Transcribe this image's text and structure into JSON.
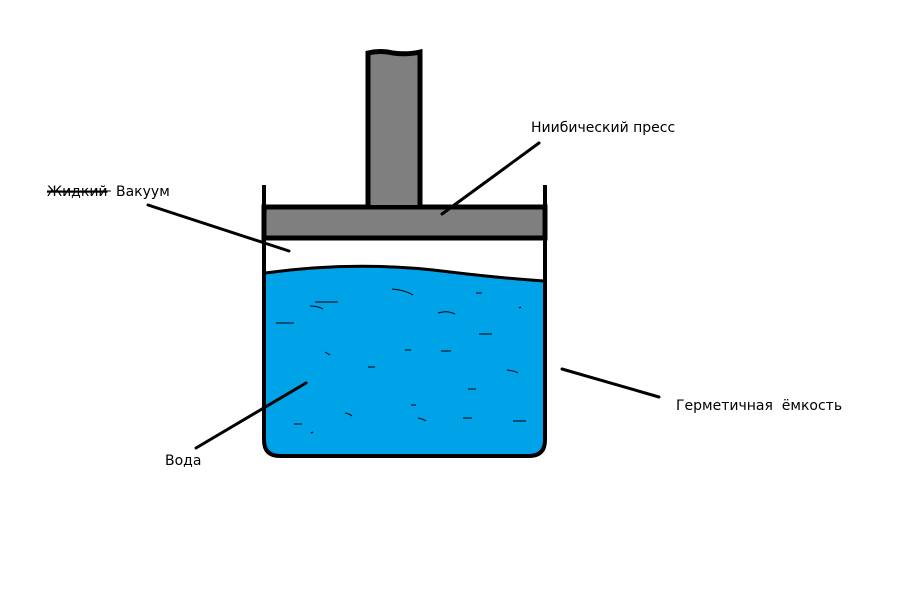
{
  "labels": {
    "vacuum_struck": "Жидкий",
    "vacuum": "Вакуум",
    "press": "Ниибический пресс",
    "container": "Герметичная  ёмкость",
    "water": "Вода"
  },
  "colors": {
    "water": "#00a2e8",
    "press": "#7f7f7f",
    "outline": "#000000"
  }
}
